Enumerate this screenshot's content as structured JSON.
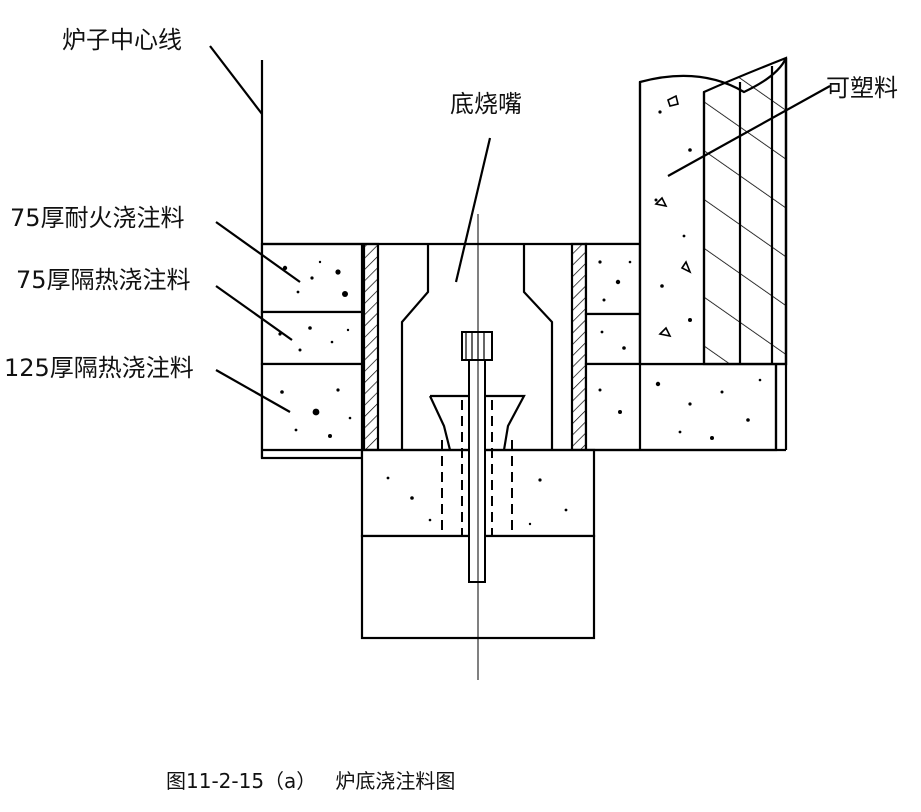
{
  "labels": {
    "centerline": "炉子中心线",
    "burner": "底烧嘴",
    "plastic": "可塑料",
    "layer1": "75厚耐火浇注料",
    "layer2": "75厚隔热浇注料",
    "layer3": "125厚隔热浇注料"
  },
  "caption": "图11-2-15（a）   炉底浇注料图"
}
